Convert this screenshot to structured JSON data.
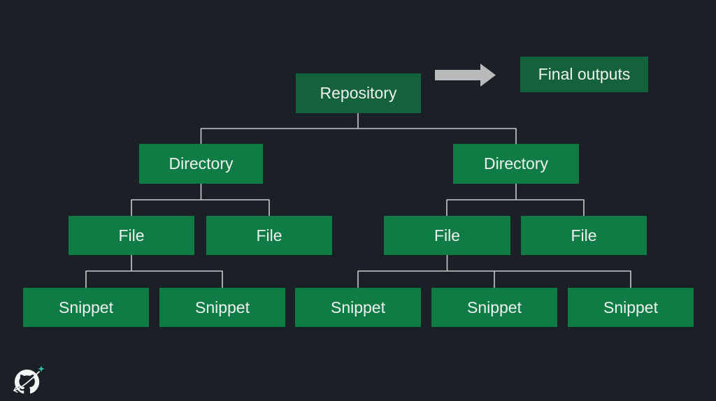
{
  "slide": {
    "background_color": "#1b1f26",
    "logo": {
      "icon": "github-octocat-logo",
      "white_color": "#f5f6f6",
      "sparkle_color": "#2ec9ab"
    }
  },
  "diagram": {
    "colors": {
      "node_green": "#0f7c45",
      "node_green_dark": "#14623c",
      "text_color": "#eef0f0",
      "connector_color": "#c8cbce",
      "arrow_color": "#b9babc"
    },
    "arrow": {
      "icon": "right-arrow",
      "from": "repository",
      "to": "final-outputs"
    },
    "nodes": [
      {
        "id": "repository",
        "label": "Repository",
        "level": 0,
        "parent": null
      },
      {
        "id": "final-outputs",
        "label": "Final outputs",
        "level": 0,
        "parent": null
      },
      {
        "id": "directory-1",
        "label": "Directory",
        "level": 1,
        "parent": "repository"
      },
      {
        "id": "directory-2",
        "label": "Directory",
        "level": 1,
        "parent": "repository"
      },
      {
        "id": "file-1",
        "label": "File",
        "level": 2,
        "parent": "directory-1"
      },
      {
        "id": "file-2",
        "label": "File",
        "level": 2,
        "parent": "directory-1"
      },
      {
        "id": "file-3",
        "label": "File",
        "level": 2,
        "parent": "directory-2"
      },
      {
        "id": "file-4",
        "label": "File",
        "level": 2,
        "parent": "directory-2"
      },
      {
        "id": "snippet-1",
        "label": "Snippet",
        "level": 3,
        "parent": "file-1"
      },
      {
        "id": "snippet-2",
        "label": "Snippet",
        "level": 3,
        "parent": "file-1"
      },
      {
        "id": "snippet-3",
        "label": "Snippet",
        "level": 3,
        "parent": "file-3"
      },
      {
        "id": "snippet-4",
        "label": "Snippet",
        "level": 3,
        "parent": "file-3"
      },
      {
        "id": "snippet-5",
        "label": "Snippet",
        "level": 3,
        "parent": "file-3"
      }
    ]
  }
}
